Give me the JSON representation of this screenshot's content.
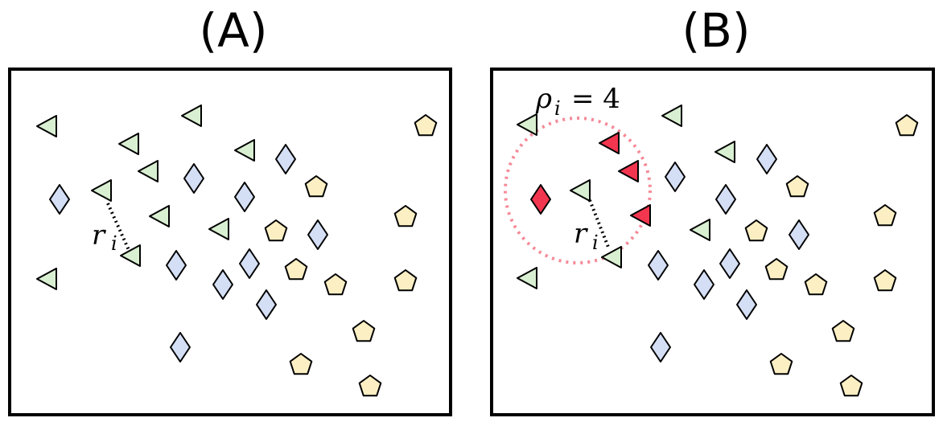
{
  "panels": [
    {
      "label": "(A)",
      "annotation": "r",
      "subscript": "i"
    },
    {
      "label": "(B)",
      "annotation": "r",
      "subscript": "i",
      "density_label": "ρ",
      "density_sub": "i",
      "density_value": "= 4"
    }
  ],
  "colors": {
    "triangle": "#d9efd1",
    "diamond": "#d4dff5",
    "pentagon": "#fcefc3",
    "highlight": "#f2364f",
    "circle": "#f58a98",
    "stroke": "#000000"
  },
  "icons": [
    "triangle-marker",
    "diamond-marker",
    "pentagon-marker"
  ]
}
